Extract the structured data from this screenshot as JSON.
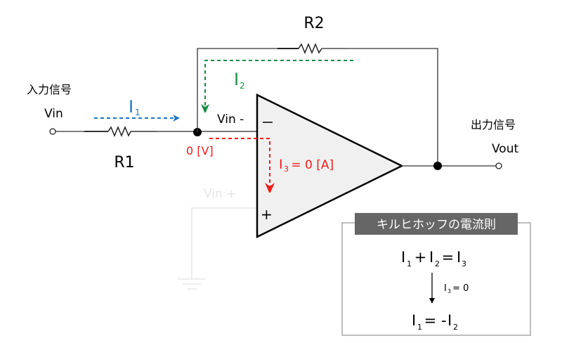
{
  "title": "Inverting amplifier — Kirchhoff's current law",
  "labels": {
    "r1": "R1",
    "r2": "R2",
    "input_signal": "入力信号",
    "vin": "Vin",
    "output_signal": "出力信号",
    "vout": "Vout",
    "vin_minus": "Vin -",
    "vin_plus": "Vin +",
    "node_voltage": "0 [V]",
    "minus_sign": "−",
    "plus_sign": "+"
  },
  "currents": {
    "i1": {
      "base": "I",
      "sub": "1",
      "color": "#1a73c1"
    },
    "i2": {
      "base": "I",
      "sub": "2",
      "color": "#1a8c46"
    },
    "i3": {
      "base": "I",
      "sub": "3",
      "rest": " = 0 [A]",
      "color": "#ee1c1c"
    }
  },
  "kirchhoff_box": {
    "title": "キルヒホッフの電流則",
    "eq1": {
      "a": "I",
      "a_sub": "1",
      "op1": " + ",
      "b": "I",
      "b_sub": "2",
      "op2": " = ",
      "c": "I",
      "c_sub": "3"
    },
    "condition": {
      "base": "I",
      "sub": "3",
      "rest": " = 0"
    },
    "eq2": {
      "a": "I",
      "a_sub": "1",
      "op": " = - ",
      "b": "I",
      "b_sub": "2"
    }
  },
  "colors": {
    "wire": "#222222",
    "wire_gray": "#888888",
    "ghost": "#e4e4e4",
    "opamp_fill": "#f0f0f0",
    "box_title_bg": "#666666",
    "box_border": "#999999"
  }
}
